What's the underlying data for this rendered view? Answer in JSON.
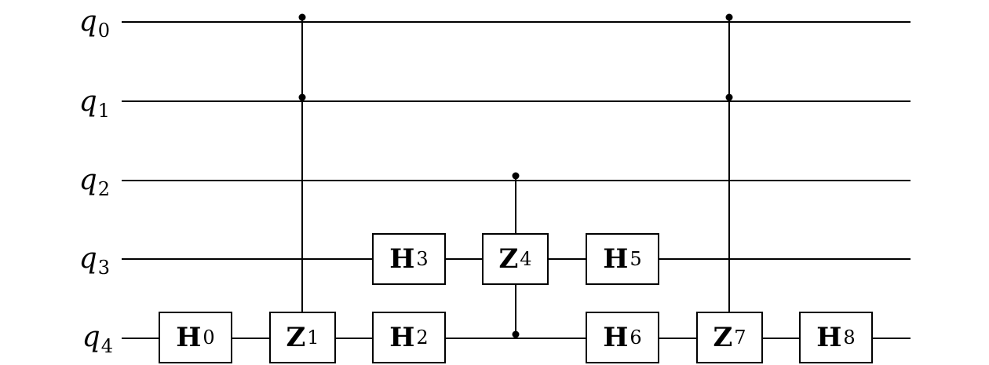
{
  "qubits": [
    {
      "label": "q",
      "index": "0"
    },
    {
      "label": "q",
      "index": "1"
    },
    {
      "label": "q",
      "index": "2"
    },
    {
      "label": "q",
      "index": "3"
    },
    {
      "label": "q",
      "index": "4"
    }
  ],
  "gates": [
    {
      "type": "H",
      "n": "0",
      "target": 4
    },
    {
      "type": "Z",
      "n": "1",
      "target": 4,
      "controls": [
        0,
        1
      ]
    },
    {
      "type": "H",
      "n": "2",
      "target": 4
    },
    {
      "type": "H",
      "n": "3",
      "target": 3
    },
    {
      "type": "Z",
      "n": "4",
      "target": 3,
      "controls": [
        2,
        4
      ]
    },
    {
      "type": "H",
      "n": "5",
      "target": 3
    },
    {
      "type": "H",
      "n": "6",
      "target": 4
    },
    {
      "type": "Z",
      "n": "7",
      "target": 4,
      "controls": [
        0,
        1
      ]
    },
    {
      "type": "H",
      "n": "8",
      "target": 4
    }
  ]
}
